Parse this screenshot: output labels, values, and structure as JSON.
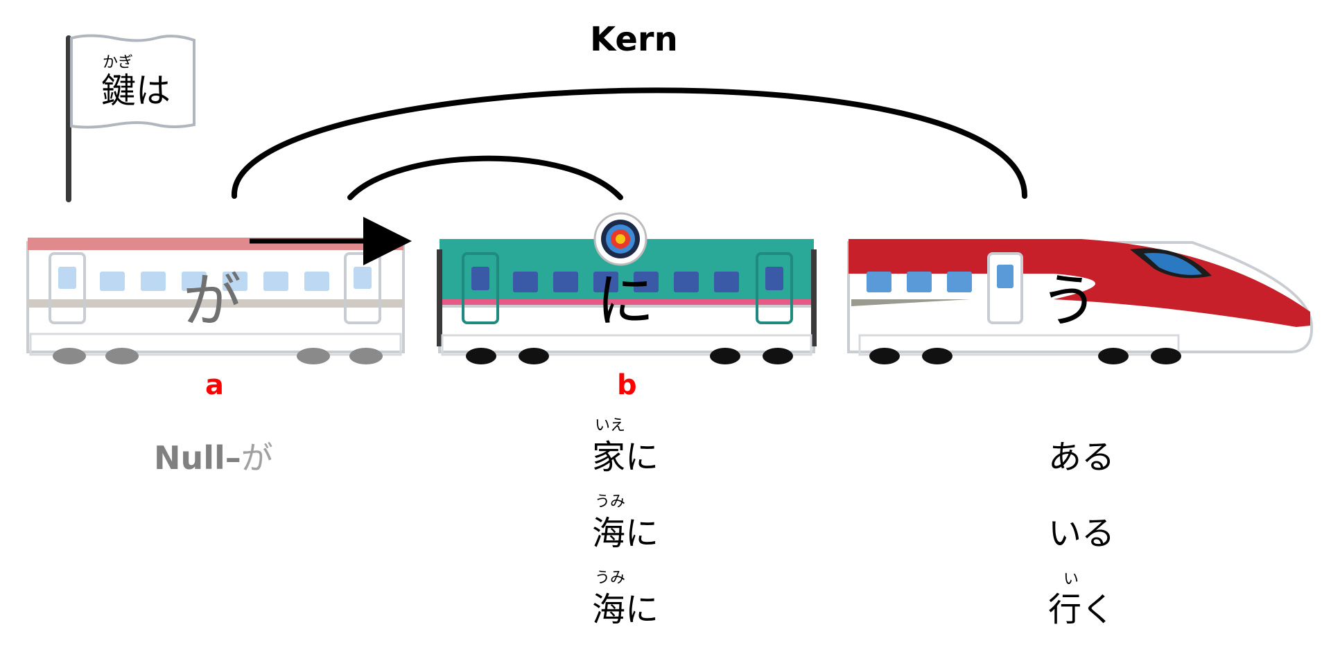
{
  "title": "Kern",
  "flag": {
    "ruby": "かぎ",
    "text": "鍵は"
  },
  "cars": [
    {
      "particle": "が",
      "marker": "a"
    },
    {
      "particle": "に",
      "marker": "b"
    },
    {
      "particle": "う"
    }
  ],
  "col_a": {
    "null_prefix": "Null–",
    "null_particle": "が"
  },
  "col_b": [
    {
      "ruby": "いえ",
      "text": "家に"
    },
    {
      "ruby": "うみ",
      "text": "海に"
    },
    {
      "ruby": "うみ",
      "text": "海に"
    }
  ],
  "col_c": [
    {
      "ruby": "",
      "text": "ある"
    },
    {
      "ruby": "",
      "text": "いる"
    },
    {
      "ruby": "い",
      "text": "行く"
    }
  ],
  "colors": {
    "marker": "#ff0000",
    "car_a_roof": "#e08a8e",
    "car_b_body": "#2aa898",
    "car_b_stripe": "#e85a86",
    "car_c_nose": "#c8202a",
    "null_text": "#808080",
    "particle_a": "#707070"
  }
}
